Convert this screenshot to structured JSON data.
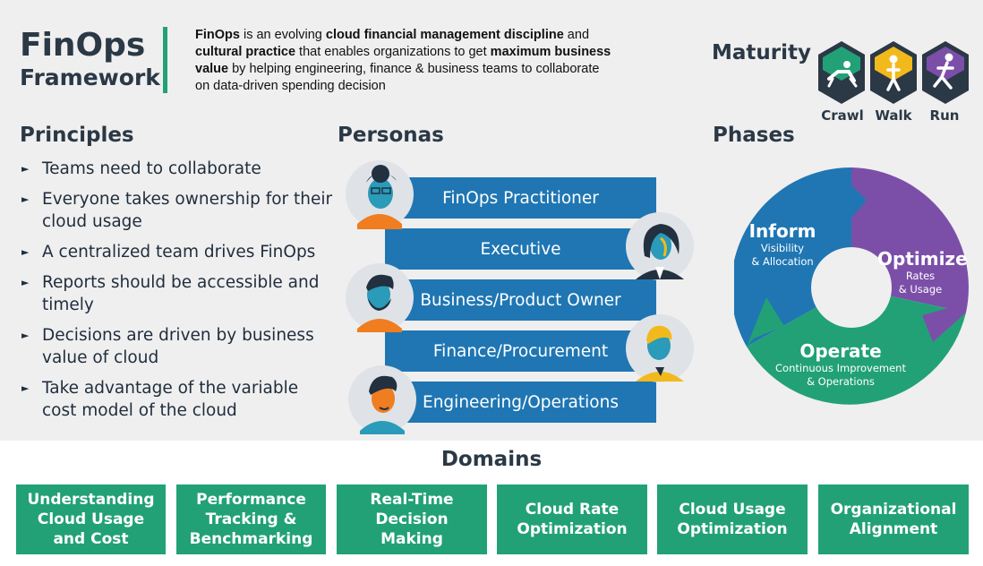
{
  "header": {
    "title_line1": "FinOps",
    "title_line2": "Framework",
    "description": [
      {
        "text": "FinOps",
        "bold": true
      },
      {
        "text": " is an evolving ",
        "bold": false
      },
      {
        "text": "cloud financial management discipline",
        "bold": true
      },
      {
        "text": " and ",
        "bold": false
      },
      {
        "text": "cultural practice",
        "bold": true
      },
      {
        "text": " that enables organizations to get ",
        "bold": false
      },
      {
        "text": "maximum business value",
        "bold": true
      },
      {
        "text": " by helping engineering, finance & business teams to collaborate on data-driven spending decision",
        "bold": false
      }
    ]
  },
  "maturity": {
    "title": "Maturity",
    "stages": [
      "Crawl",
      "Walk",
      "Run"
    ],
    "colors": [
      "#22a176",
      "#f2b91c",
      "#7b4fa8"
    ]
  },
  "principles": {
    "title": "Principles",
    "items": [
      "Teams need to collaborate",
      "Everyone takes ownership for their cloud usage",
      "A centralized team drives FinOps",
      "Reports should be accessible and timely",
      "Decisions are driven by business value of cloud",
      "Take advantage of the variable cost model of the cloud"
    ]
  },
  "personas": {
    "title": "Personas",
    "items": [
      "FinOps Practitioner",
      "Executive",
      "Business/Product Owner",
      "Finance/Procurement",
      "Engineering/Operations"
    ],
    "bar_color": "#1f76b3"
  },
  "phases": {
    "title": "Phases",
    "inform": {
      "name": "Inform",
      "sub": "Visibility\n& Allocation",
      "color": "#1f76b3"
    },
    "optimize": {
      "name": "Optimize",
      "sub": "Rates\n& Usage",
      "color": "#7b4fa8"
    },
    "operate": {
      "name": "Operate",
      "sub": "Continuous Improvement\n& Operations",
      "color": "#22a176"
    }
  },
  "domains": {
    "title": "Domains",
    "items": [
      "Understanding\nCloud Usage\nand Cost",
      "Performance\nTracking &\nBenchmarking",
      "Real-Time\nDecision Making",
      "Cloud Rate\nOptimization",
      "Cloud Usage\nOptimization",
      "Organizational\nAlignment"
    ],
    "color": "#22a176"
  }
}
